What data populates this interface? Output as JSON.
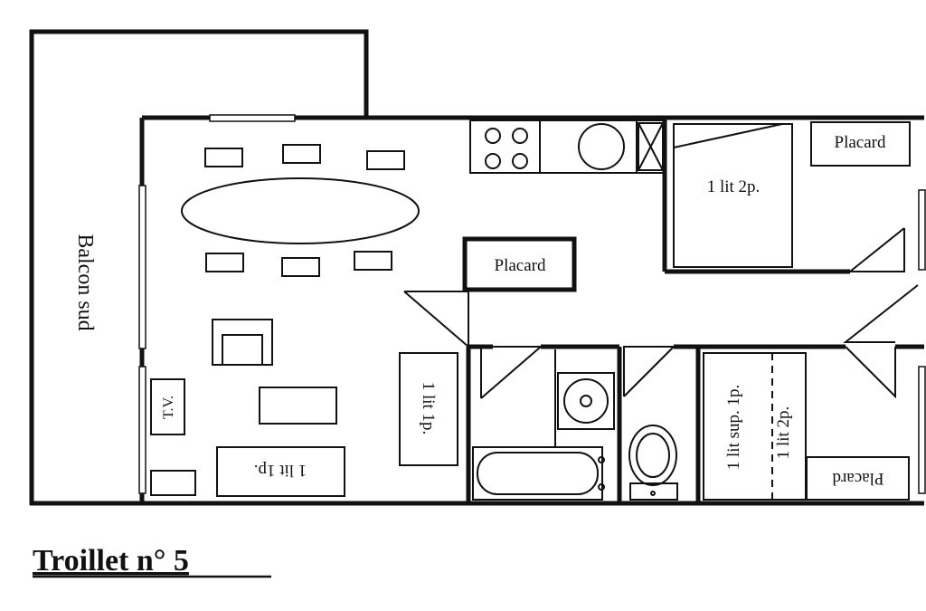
{
  "title": "Troillet n° 5",
  "labels": {
    "balcony": "Balcon sud",
    "tv": "T.V.",
    "bed_living_bottom": "1 lit 1p.",
    "bed_living_mid": "1 lit 1p.",
    "closet_center": "Placard",
    "closet_top_right": "Placard",
    "bed_top_right": "1 lit 2p.",
    "bed_bottom_right_a": "1 lit sup. 1p.",
    "bed_bottom_right_b": "1 lit 2p.",
    "closet_bottom_right": "Placard"
  }
}
